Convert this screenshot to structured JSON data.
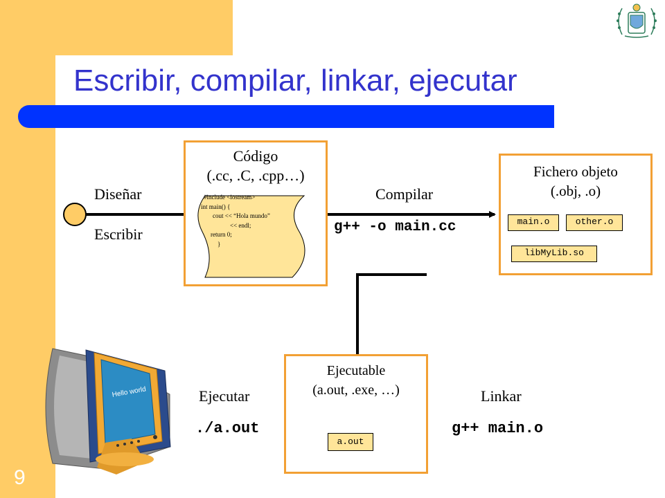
{
  "slide": {
    "title": "Escribir, compilar, linkar, ejecutar",
    "number": "9"
  },
  "design": {
    "label_top": "Diseñar",
    "label_bottom": "Escribir"
  },
  "source_box": {
    "title_line1": "Código",
    "title_line2": "(.cc, .C, .cpp…)",
    "code_lines": [
      "#include <iostream>",
      "int main() {",
      "cout << “Hola mundo”",
      "<< endl;",
      "return 0;",
      "}"
    ]
  },
  "compile": {
    "label": "Compilar",
    "command": "g++ -o main.cc"
  },
  "object_box": {
    "title_line1": "Fichero objeto",
    "title_line2": "(.obj, .o)",
    "files": [
      "main.o",
      "other.o",
      "libMyLib.so"
    ]
  },
  "link": {
    "label": "Linkar",
    "command": "g++ main.o"
  },
  "exec_box": {
    "title_line1": "Ejecutable",
    "title_line2": "(a.out, .exe, …)",
    "file": "a.out"
  },
  "run": {
    "label": "Ejecutar",
    "command": "./a.out"
  },
  "monitor": {
    "screen_text": "Hello world"
  },
  "colors": {
    "accent_orange": "#F2A034",
    "sidebar_yellow": "#FFCC66",
    "title_blue": "#3333CC",
    "bar_blue": "#0033FF",
    "file_fill": "#FFE599"
  }
}
